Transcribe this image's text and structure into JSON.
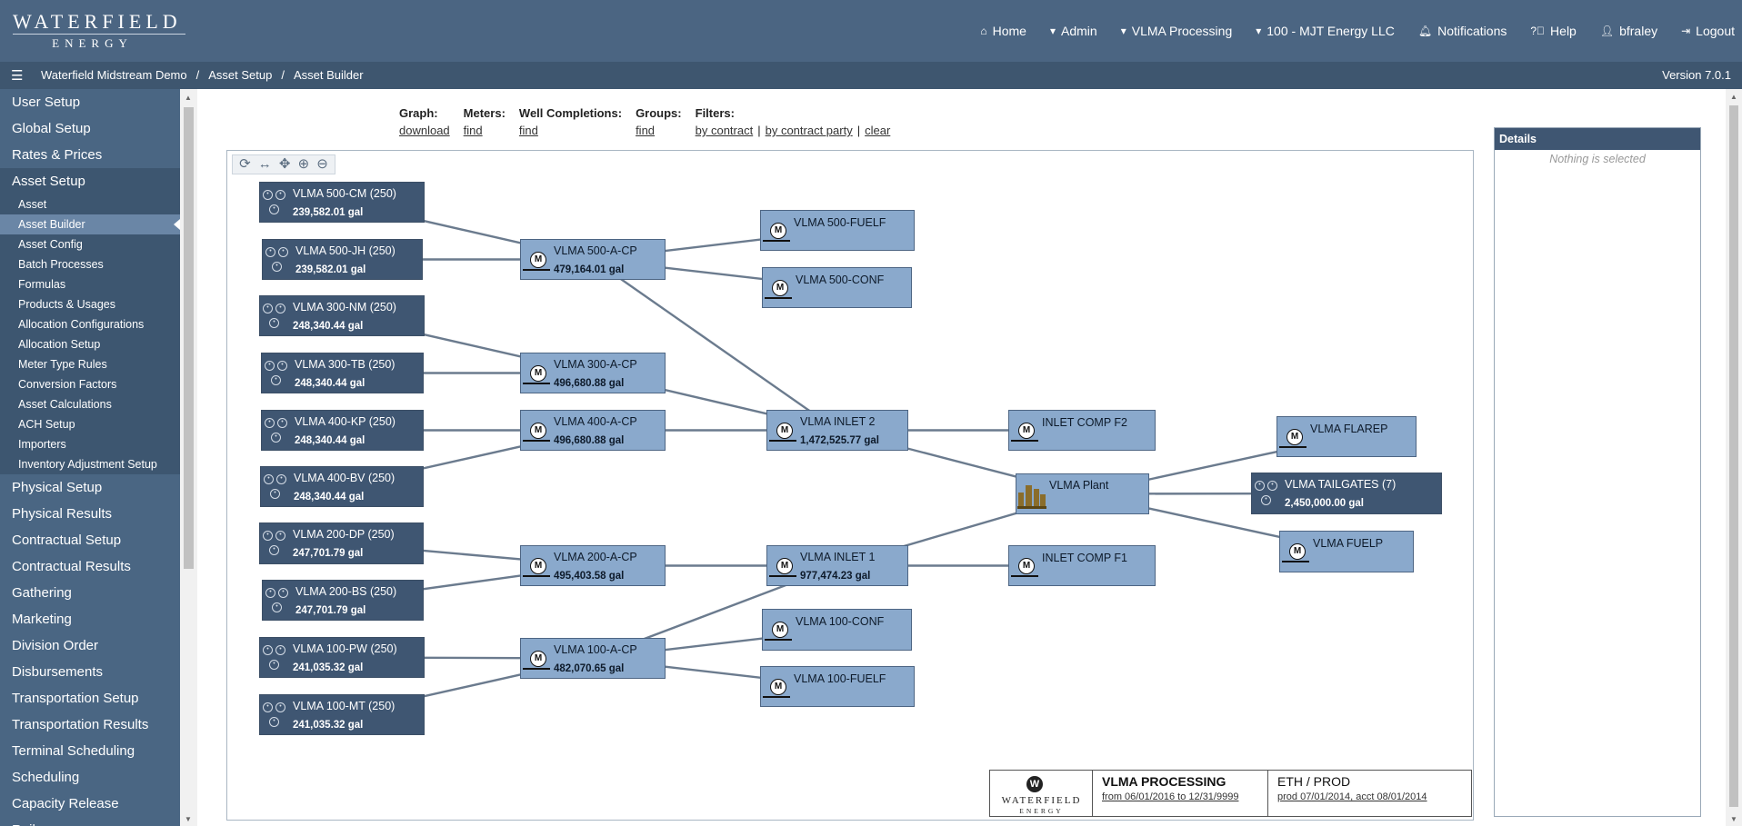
{
  "header": {
    "logo_line1": "WATERFIELD",
    "logo_line2": "ENERGY",
    "nav": [
      {
        "label": "Home",
        "icon": "home-icon"
      },
      {
        "label": "Admin",
        "icon": "caret-down-icon"
      },
      {
        "label": "VLMA Processing",
        "icon": "caret-down-icon"
      },
      {
        "label": "100 - MJT Energy LLC",
        "icon": "caret-down-icon"
      },
      {
        "label": "Notifications",
        "icon": "bell-icon"
      },
      {
        "label": "Help",
        "icon": "question-circle-icon"
      },
      {
        "label": "bfraley",
        "icon": "user-icon"
      },
      {
        "label": "Logout",
        "icon": "logout-icon"
      }
    ]
  },
  "breadcrumb": {
    "items": [
      "Waterfield Midstream Demo",
      "Asset Setup",
      "Asset Builder"
    ],
    "separator": "/",
    "version": "Version 7.0.1"
  },
  "sidebar": {
    "sections_top": [
      "User Setup",
      "Global Setup",
      "Rates & Prices",
      "Asset Setup"
    ],
    "sub_items": [
      "Asset",
      "Asset Builder",
      "Asset Config",
      "Batch Processes",
      "Formulas",
      "Products & Usages",
      "Allocation Configurations",
      "Allocation Setup",
      "Meter Type Rules",
      "Conversion Factors",
      "Asset Calculations",
      "ACH Setup",
      "Importers",
      "Inventory Adjustment Setup"
    ],
    "selected_sub": "Asset Builder",
    "sections_bottom": [
      "Physical Setup",
      "Physical Results",
      "Contractual Setup",
      "Contractual Results",
      "Gathering",
      "Marketing",
      "Division Order",
      "Disbursements",
      "Transportation Setup",
      "Transportation Results",
      "Terminal Scheduling",
      "Scheduling",
      "Capacity Release",
      "Rail"
    ]
  },
  "toolbar": {
    "graph": {
      "heading": "Graph:",
      "links": [
        "download"
      ]
    },
    "meters": {
      "heading": "Meters:",
      "links": [
        "find"
      ]
    },
    "wells": {
      "heading": "Well Completions:",
      "links": [
        "find"
      ]
    },
    "groups": {
      "heading": "Groups:",
      "links": [
        "find"
      ]
    },
    "filters": {
      "heading": "Filters:",
      "links": [
        "by contract",
        "by contract party",
        "clear"
      ],
      "separator": "|"
    }
  },
  "graph_controls": [
    "refresh-icon",
    "fit-width-icon",
    "pan-icon",
    "zoom-in-icon",
    "zoom-out-icon"
  ],
  "nodes": [
    {
      "id": "500cm",
      "name": "VLMA 500-CM (250)",
      "volume": "239,582.01 gal",
      "kind": "well"
    },
    {
      "id": "500jh",
      "name": "VLMA 500-JH (250)",
      "volume": "239,582.01 gal",
      "kind": "well"
    },
    {
      "id": "300nm",
      "name": "VLMA 300-NM (250)",
      "volume": "248,340.44 gal",
      "kind": "well"
    },
    {
      "id": "300tb",
      "name": "VLMA 300-TB (250)",
      "volume": "248,340.44 gal",
      "kind": "well"
    },
    {
      "id": "400kp",
      "name": "VLMA 400-KP (250)",
      "volume": "248,340.44 gal",
      "kind": "well"
    },
    {
      "id": "400bv",
      "name": "VLMA 400-BV (250)",
      "volume": "248,340.44 gal",
      "kind": "well"
    },
    {
      "id": "200dp",
      "name": "VLMA 200-DP (250)",
      "volume": "247,701.79 gal",
      "kind": "well"
    },
    {
      "id": "200bs",
      "name": "VLMA 200-BS (250)",
      "volume": "247,701.79 gal",
      "kind": "well"
    },
    {
      "id": "100pw",
      "name": "VLMA 100-PW (250)",
      "volume": "241,035.32 gal",
      "kind": "well"
    },
    {
      "id": "100mt",
      "name": "VLMA 100-MT (250)",
      "volume": "241,035.32 gal",
      "kind": "well"
    },
    {
      "id": "500acp",
      "name": "VLMA 500-A-CP",
      "volume": "479,164.01 gal",
      "kind": "meter"
    },
    {
      "id": "300acp",
      "name": "VLMA 300-A-CP",
      "volume": "496,680.88 gal",
      "kind": "meter"
    },
    {
      "id": "400acp",
      "name": "VLMA 400-A-CP",
      "volume": "496,680.88 gal",
      "kind": "meter"
    },
    {
      "id": "200acp",
      "name": "VLMA 200-A-CP",
      "volume": "495,403.58 gal",
      "kind": "meter"
    },
    {
      "id": "100acp",
      "name": "VLMA 100-A-CP",
      "volume": "482,070.65 gal",
      "kind": "meter"
    },
    {
      "id": "500fuelf",
      "name": "VLMA 500-FUELF",
      "volume": "",
      "kind": "meter"
    },
    {
      "id": "500conf",
      "name": "VLMA 500-CONF",
      "volume": "",
      "kind": "meter"
    },
    {
      "id": "inlet2",
      "name": "VLMA INLET 2",
      "volume": "1,472,525.77 gal",
      "kind": "meter"
    },
    {
      "id": "inlet1",
      "name": "VLMA INLET 1",
      "volume": "977,474.23 gal",
      "kind": "meter"
    },
    {
      "id": "100conf",
      "name": "VLMA 100-CONF",
      "volume": "",
      "kind": "meter"
    },
    {
      "id": "100fuelf",
      "name": "VLMA 100-FUELF",
      "volume": "",
      "kind": "meter"
    },
    {
      "id": "compf2",
      "name": "INLET COMP F2",
      "volume": "",
      "kind": "meter"
    },
    {
      "id": "compf1",
      "name": "INLET COMP F1",
      "volume": "",
      "kind": "meter"
    },
    {
      "id": "plant",
      "name": "VLMA Plant",
      "volume": "",
      "kind": "plant"
    },
    {
      "id": "flarep",
      "name": "VLMA FLAREP",
      "volume": "",
      "kind": "meter"
    },
    {
      "id": "tailgates",
      "name": "VLMA TAILGATES (7)",
      "volume": "2,450,000.00 gal",
      "kind": "well"
    },
    {
      "id": "fuelp",
      "name": "VLMA FUELP",
      "volume": "",
      "kind": "meter"
    }
  ],
  "details": {
    "title": "Details",
    "empty_text": "Nothing is selected"
  },
  "legend": {
    "logo_mark": "W",
    "logo_line1": "WATERFIELD",
    "logo_line2": "ENERGY",
    "title": "VLMA PROCESSING",
    "date_range": "from 06/01/2016 to 12/31/9999",
    "product": "ETH / PROD",
    "prod_dates": "prod 07/01/2014, acct 08/01/2014"
  }
}
